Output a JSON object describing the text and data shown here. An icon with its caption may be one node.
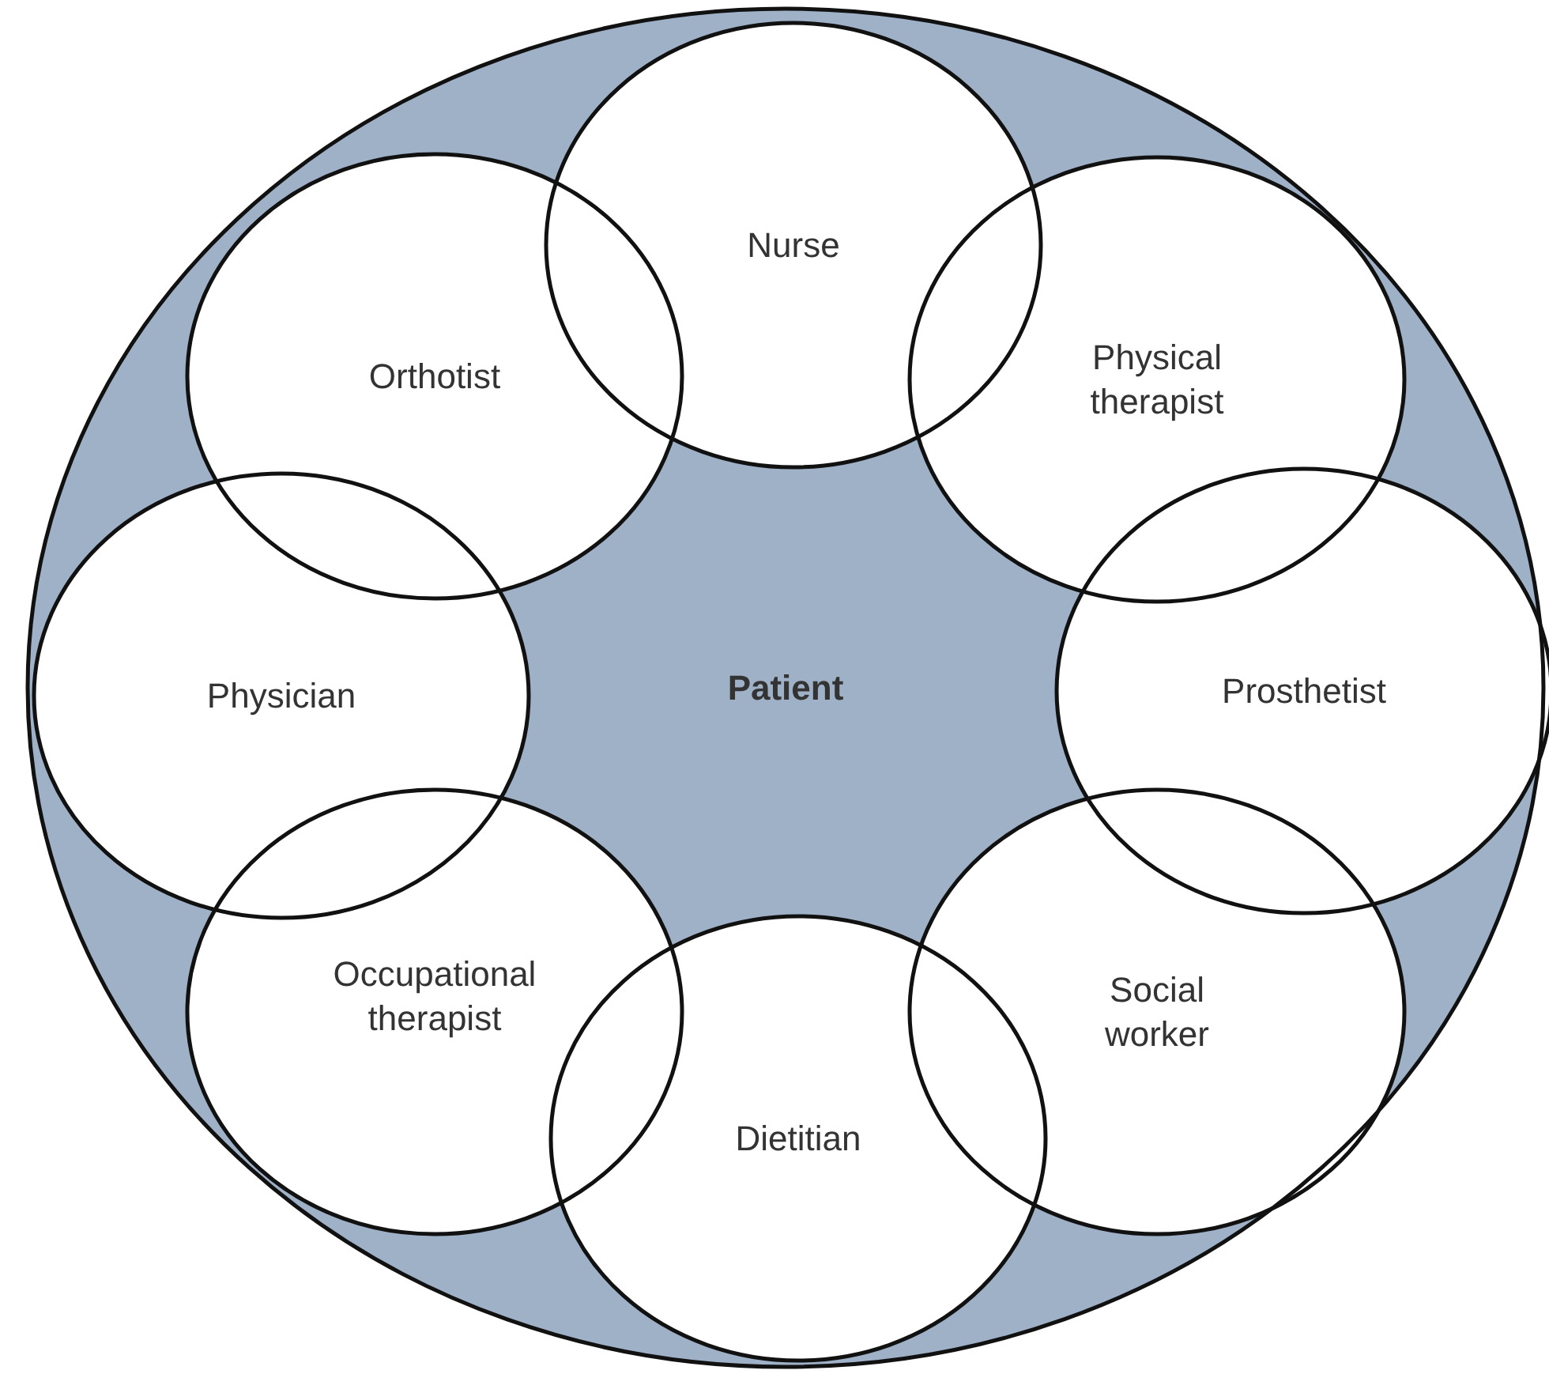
{
  "diagram": {
    "nodes": [
      {
        "text": [
          "Patient"
        ]
      },
      {
        "text": [
          "Nurse"
        ],
        "in": 0
      },
      {
        "text": [
          "Physical therapist"
        ],
        "in": 0
      },
      {
        "text": [
          "Prosthetist"
        ],
        "in": 0
      },
      {
        "text": [
          "Social worker"
        ],
        "in": 0
      },
      {
        "text": [
          "Dietitian"
        ],
        "in": 0
      },
      {
        "text": [
          "Occupational therapist"
        ],
        "in": 0
      },
      {
        "text": [
          "Physician"
        ],
        "in": 0
      },
      {
        "text": [
          "Orthotist"
        ],
        "in": 0
      }
    ],
    "edges": []
  }
}
